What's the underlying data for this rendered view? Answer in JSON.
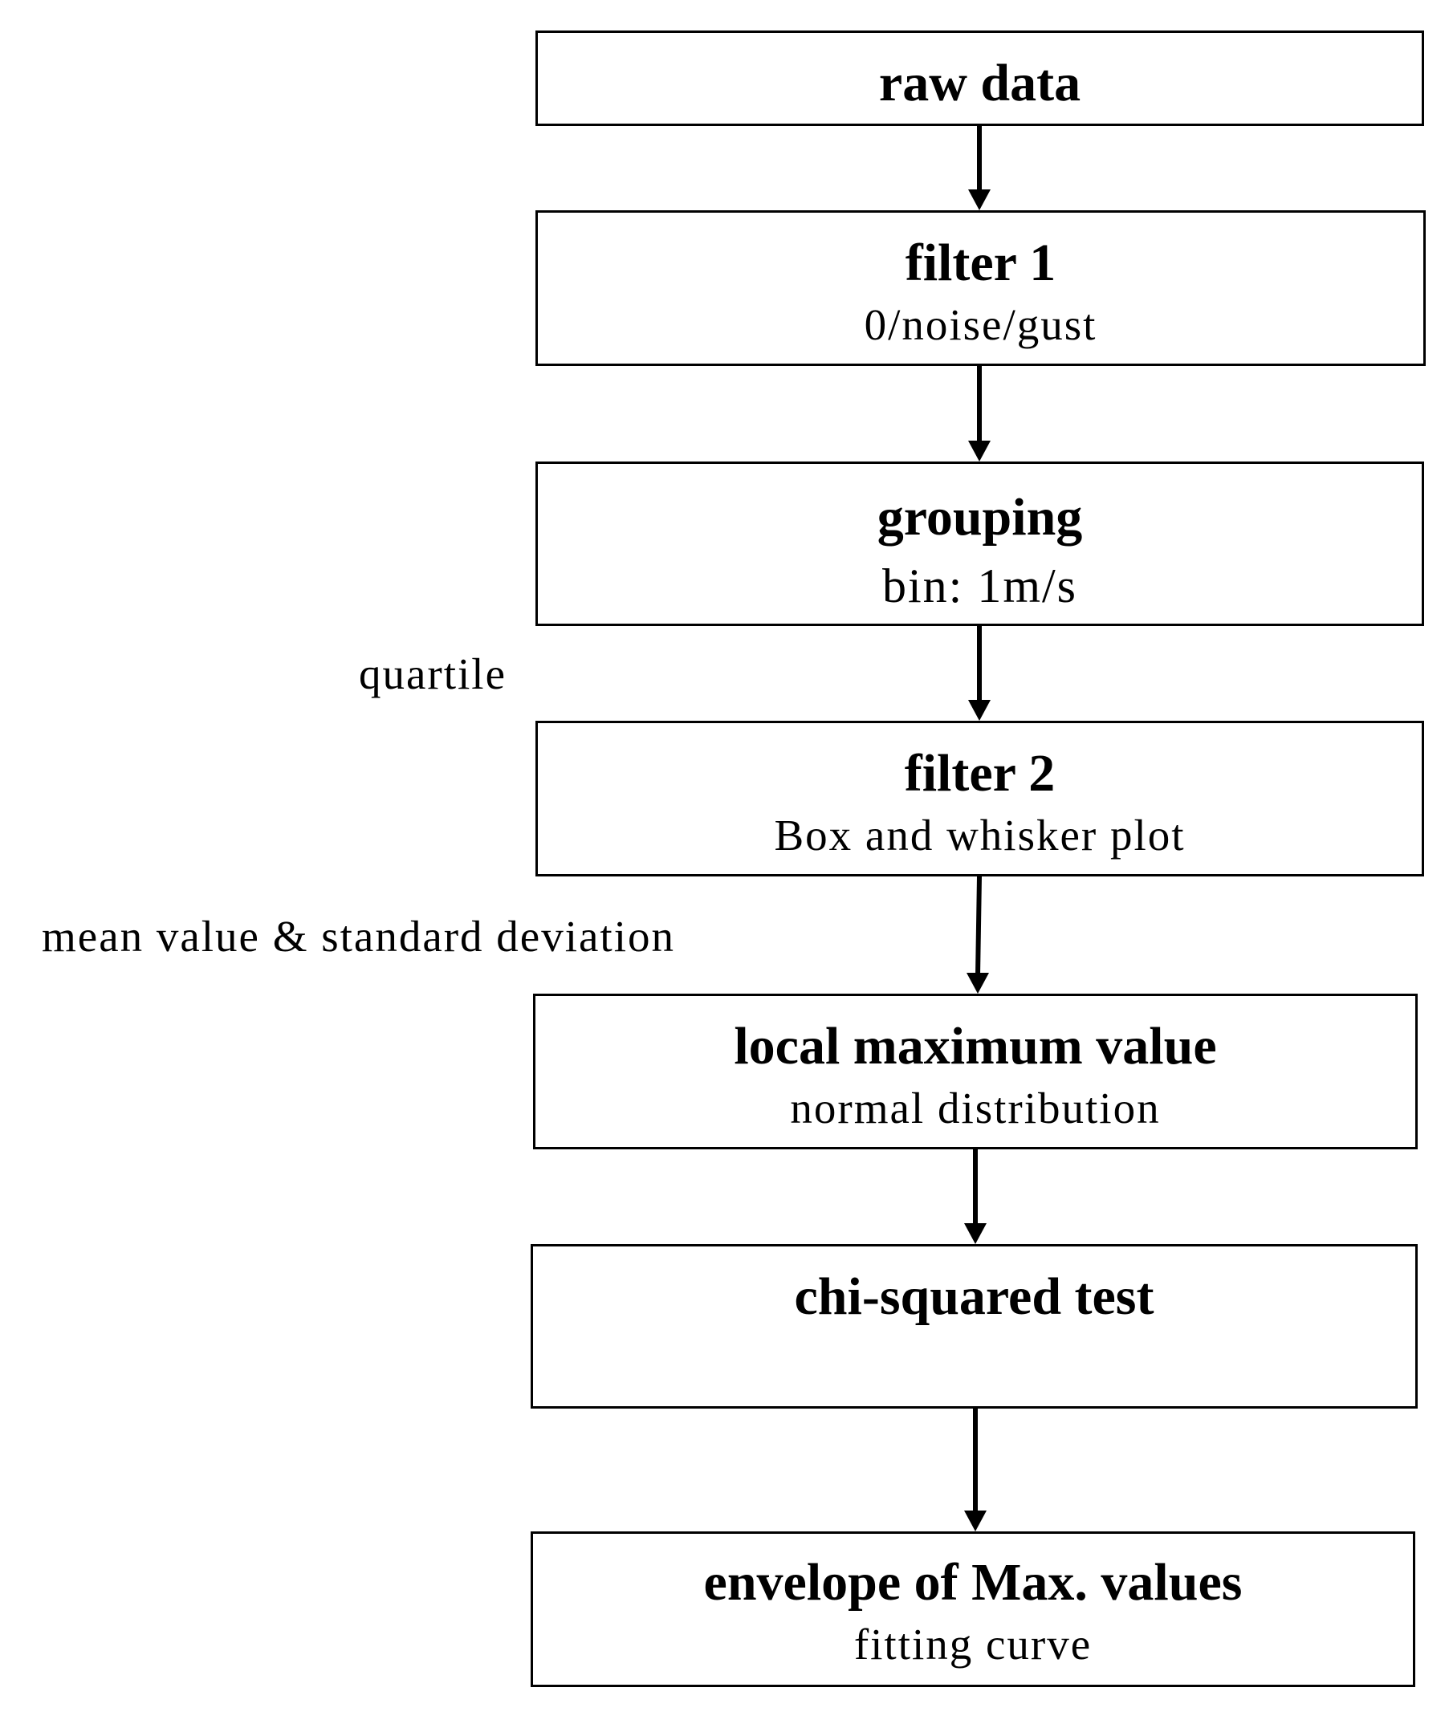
{
  "flowchart": {
    "steps": [
      {
        "title": "raw data",
        "subtitle": ""
      },
      {
        "title": "filter 1",
        "subtitle": "0/noise/gust"
      },
      {
        "title": "grouping",
        "subtitle": "bin: 1m/s"
      },
      {
        "title": "filter 2",
        "subtitle": "Box and whisker plot"
      },
      {
        "title": "local maximum value",
        "subtitle": "normal distribution"
      },
      {
        "title": "chi-squared test",
        "subtitle": ""
      },
      {
        "title": "envelope of Max. values",
        "subtitle": "fitting curve"
      }
    ],
    "edge_labels": {
      "grouping_to_filter2": "quartile",
      "filter2_to_local_max": "mean value & standard deviation"
    }
  }
}
